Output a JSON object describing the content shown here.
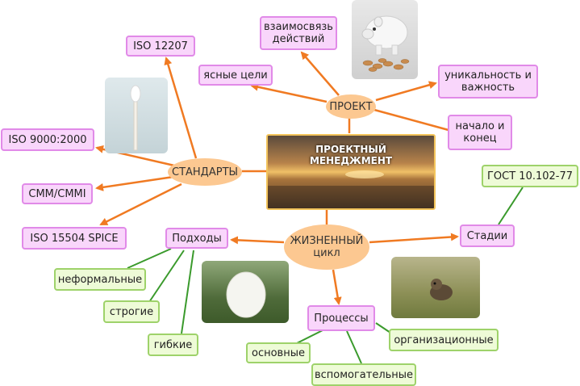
{
  "center": {
    "title_line1": "ПРОЕКТНЫЙ",
    "title_line2": "МЕНЕДЖМЕНТ"
  },
  "hubs": {
    "project": "ПРОЕКТ",
    "standards": "СТАНДАРТЫ",
    "lifecycle_line1": "ЖИЗНЕННЫЙ",
    "lifecycle_line2": "цикл",
    "approaches": "Подходы",
    "processes": "Процессы",
    "stages": "Стадии"
  },
  "project_items": {
    "interrelation_line1": "взаимосвязь",
    "interrelation_line2": "действий",
    "clear_goals": "ясные цели",
    "uniqueness_line1": "уникальность и",
    "uniqueness_line2": "важность",
    "start_end_line1": "начало и",
    "start_end_line2": "конец"
  },
  "standards_items": [
    "ISO 12207",
    "ISO 9000:2000",
    "CMM/CMMI",
    "ISO 15504 SPICE"
  ],
  "approaches_items": [
    "неформальные",
    "строгие",
    "гибкие"
  ],
  "process_items": [
    "основные",
    "вспомогательные",
    "организационные"
  ],
  "stage_items": [
    "ГОСТ 10.102-77"
  ],
  "colors": {
    "arrow": "#f07a22",
    "green_line": "#3a9a2c",
    "pink_fill": "#f9d6fb",
    "pink_border": "#e18ae8",
    "green_fill": "#eefbd7",
    "green_border": "#9ed26a",
    "oval_fill": "#fcc891"
  },
  "images": [
    "piggy-bank-photo",
    "cotton-swab-photo",
    "sunset-photo",
    "egg-photo",
    "bird-photo"
  ]
}
